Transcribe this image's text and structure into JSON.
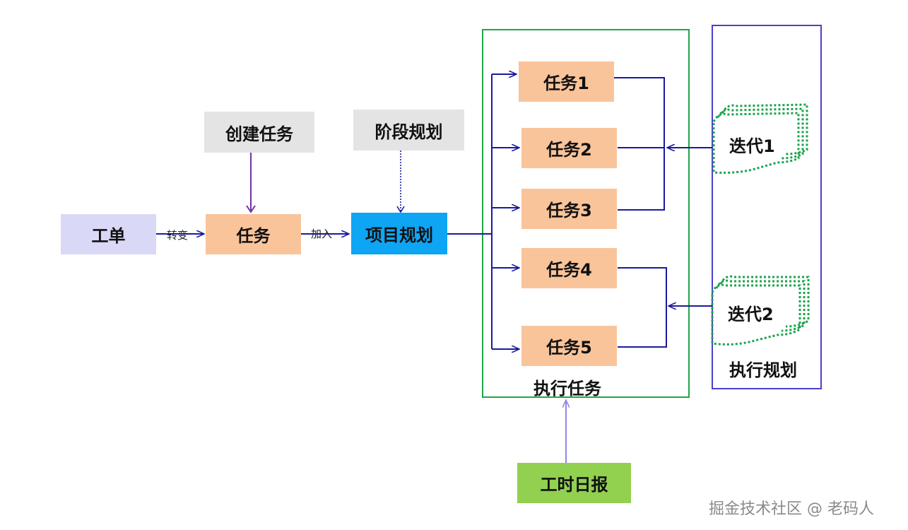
{
  "colors": {
    "workorder_bg": "#d9d8f6",
    "task_bg": "#f9c49a",
    "gray_bg": "#e4e4e4",
    "project_bg": "#0ea5f4",
    "daily_bg": "#92d050",
    "execute_border": "#22a548",
    "plan_border": "#4b41c9",
    "arrow_blue": "#1a1a9e",
    "arrow_purple": "#7035a0",
    "arrow_light": "#8f86ea",
    "iteration_dots": "#1aa34a"
  },
  "nodes": {
    "work_order": "工单",
    "task": "任务",
    "create_task": "创建任务",
    "phase_plan": "阶段规划",
    "project_plan": "项目规划",
    "task1": "任务1",
    "task2": "任务2",
    "task3": "任务3",
    "task4": "任务4",
    "task5": "任务5",
    "execute_group": "执行任务",
    "iteration1": "迭代1",
    "iteration2": "迭代2",
    "plan_group": "执行规划",
    "daily_report": "工时日报"
  },
  "edges": {
    "convert": "转变",
    "join": "加入"
  },
  "watermark": "掘金技术社区 @ 老码人"
}
